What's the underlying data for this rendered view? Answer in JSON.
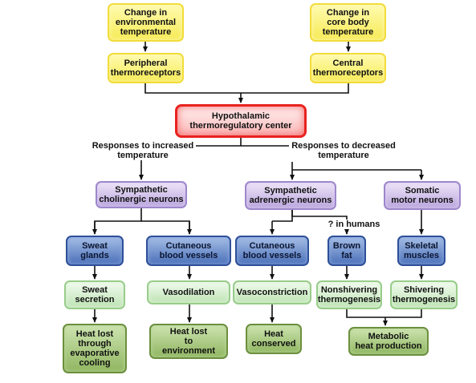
{
  "diagram": {
    "nodes": {
      "env_temp": "Change in\nenvironmental\ntemperature",
      "core_temp": "Change in\ncore body\ntemperature",
      "peripheral": "Peripheral\nthermoreceptors",
      "central": "Central\nthermoreceptors",
      "hypothalamic": "Hypothalamic\nthermoregulatory center",
      "symp_chol": "Sympathetic\ncholinergic neurons",
      "symp_adr": "Sympathetic\nadrenergic neurons",
      "somatic": "Somatic\nmotor neurons",
      "sweat_glands": "Sweat\nglands",
      "cut_vessels_1": "Cutaneous\nblood vessels",
      "cut_vessels_2": "Cutaneous\nblood vessels",
      "brown_fat": "Brown\nfat",
      "skeletal": "Skeletal\nmuscles",
      "sweat_secretion": "Sweat\nsecretion",
      "vasodilation": "Vasodilation",
      "vasoconstriction": "Vasoconstriction",
      "nonshivering": "Nonshivering\nthermogenesis",
      "shivering": "Shivering\nthermogenesis",
      "heat_lost_evap": "Heat lost\nthrough\nevaporative\ncooling",
      "heat_lost_env": "Heat lost\nto\nenvironment",
      "heat_conserved": "Heat\nconserved",
      "metabolic": "Metabolic\nheat production"
    },
    "labels": {
      "increased": "Responses to increased\ntemperature",
      "decreased": "Responses to decreased\ntemperature",
      "humans": "? in humans"
    },
    "colors": {
      "yellow_fill": "#f6ea55",
      "red_border": "#e8221f",
      "purple_fill": "#b9a4dd",
      "blue_fill": "#4a6fb8",
      "light_green_fill": "#bde3b3",
      "dark_green_fill": "#8fb560",
      "line": "#111111"
    }
  }
}
